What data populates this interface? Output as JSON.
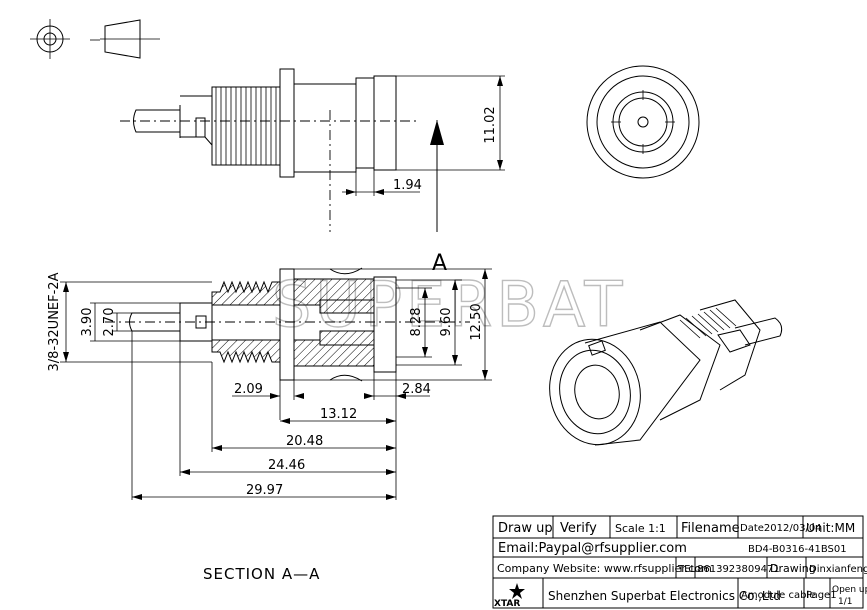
{
  "watermark": "SUPERBAT",
  "section": {
    "label": "SECTION A—A",
    "marker": "A"
  },
  "dimensions": {
    "height_top": "11.02",
    "depth_top": "1.94",
    "thread": "3/8-32UNEF-2A",
    "pin_dia": "2.70",
    "insulator_dia": "3.90",
    "inner_dia": "8.28",
    "body_dia": "9.60",
    "flange_dia": "12.50",
    "flange_thk": "2.09",
    "front_len": "2.84",
    "body_len": "13.12",
    "thread_len": "20.48",
    "len_to_tail": "24.46",
    "overall_len": "29.97"
  },
  "title_block": {
    "draw_up": "Draw up",
    "verify": "Verify",
    "scale": "Scale 1:1",
    "filename_label": "Filename",
    "date": "Date2012/03/04",
    "unit": "Unit:MM",
    "email": "Email:Paypal@rfsupplier.com",
    "part_no": "BD4-B0316-41BS01",
    "website": "Company Website: www.rfsupplier.com",
    "tel_label": "TEL",
    "tel": "8613923809471",
    "drawing_label": "Drawing",
    "drawer": "Dinxianfeng",
    "logo_text": "XTAR",
    "company": "Shenzhen Superbat Electronics Co.,Ltd",
    "category": "Amodule cable",
    "page": "Page1",
    "open_up": "Open up",
    "open_up_count": "1/1"
  }
}
